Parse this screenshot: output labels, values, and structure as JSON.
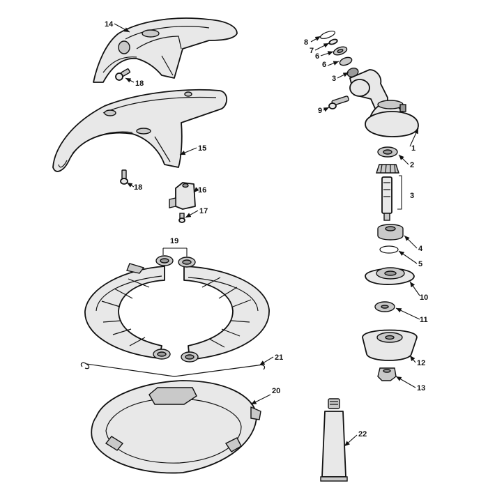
{
  "colors": {
    "line": "#111111",
    "fill": "#e8e8e8",
    "shade": "#9a9a9a",
    "background": "#ffffff"
  },
  "labels": {
    "p1": "1",
    "p2": "2",
    "p3a": "3",
    "p3b": "3",
    "p4": "4",
    "p5": "5",
    "p6a": "6",
    "p6b": "6",
    "p7": "7",
    "p8": "8",
    "p9": "9",
    "p10": "10",
    "p11": "11",
    "p12": "12",
    "p13": "13",
    "p14": "14",
    "p15": "15",
    "p16": "16",
    "p17": "17",
    "p18a": "18",
    "p18b": "18",
    "p19": "19",
    "p20": "20",
    "p21": "21",
    "p22": "22"
  }
}
